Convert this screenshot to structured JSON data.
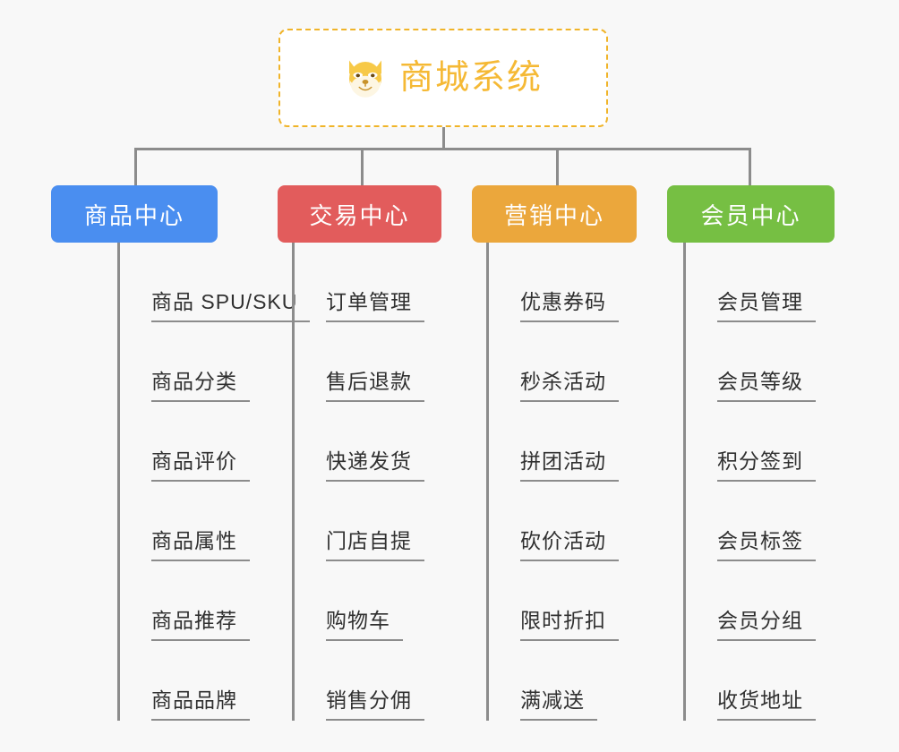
{
  "page": {
    "background_color": "#f8f8f8",
    "line_color": "#8c8c8c",
    "text_color": "#303030"
  },
  "root": {
    "title": "商城系统",
    "icon": "shiba-dog-face-icon",
    "border_color": "#f0b429",
    "title_color": "#f5b935",
    "background_color": "#ffffff"
  },
  "columns": [
    {
      "id": "product-center",
      "label": "商品中心",
      "color": "#4a8ef0",
      "items": [
        "商品 SPU/SKU",
        "商品分类",
        "商品评价",
        "商品属性",
        "商品推荐",
        "商品品牌"
      ]
    },
    {
      "id": "trade-center",
      "label": "交易中心",
      "color": "#e25c5c",
      "items": [
        "订单管理",
        "售后退款",
        "快递发货",
        "门店自提",
        "购物车",
        "销售分佣"
      ]
    },
    {
      "id": "marketing-center",
      "label": "营销中心",
      "color": "#eba73c",
      "items": [
        "优惠券码",
        "秒杀活动",
        "拼团活动",
        "砍价活动",
        "限时折扣",
        "满减送"
      ]
    },
    {
      "id": "member-center",
      "label": "会员中心",
      "color": "#76bf43",
      "items": [
        "会员管理",
        "会员等级",
        "积分签到",
        "会员标签",
        "会员分组",
        "收货地址"
      ]
    }
  ]
}
